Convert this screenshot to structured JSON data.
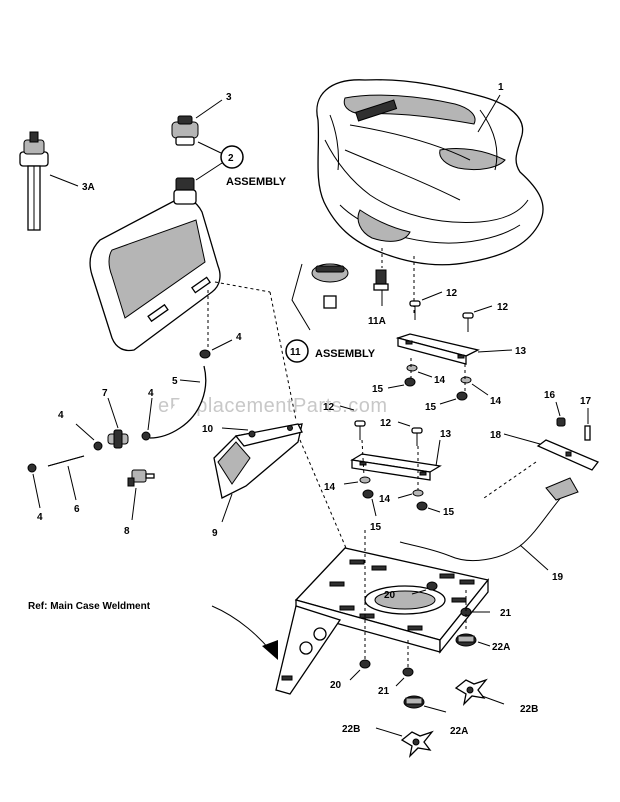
{
  "watermark": "eReplacementParts.com",
  "reference": "Ref: Main Case Weldment",
  "callouts": {
    "assembly_2": {
      "num": "2",
      "text": "ASSEMBLY"
    },
    "assembly_11": {
      "num": "11",
      "text": "ASSEMBLY"
    }
  },
  "labels": {
    "p1": "1",
    "p3": "3",
    "p3a": "3A",
    "p4a": "4",
    "p4b": "4",
    "p4c": "4",
    "p4d": "4",
    "p5": "5",
    "p6": "6",
    "p7": "7",
    "p8": "8",
    "p9": "9",
    "p10": "10",
    "p11a": "11A",
    "p12a": "12",
    "p12b": "12",
    "p12c": "12",
    "p12d": "12",
    "p13a": "13",
    "p13b": "13",
    "p14a": "14",
    "p14b": "14",
    "p14c": "14",
    "p14d": "14",
    "p15a": "15",
    "p15b": "15",
    "p15c": "15",
    "p15d": "15",
    "p16": "16",
    "p17": "17",
    "p18": "18",
    "p19": "19",
    "p20a": "20",
    "p20b": "20",
    "p21a": "21",
    "p21b": "21",
    "p22a1": "22A",
    "p22a2": "22A",
    "p22b1": "22B",
    "p22b2": "22B"
  },
  "colors": {
    "ink": "#000000",
    "shade": "#b5b5b5",
    "watermark": "#c8c8c8"
  }
}
